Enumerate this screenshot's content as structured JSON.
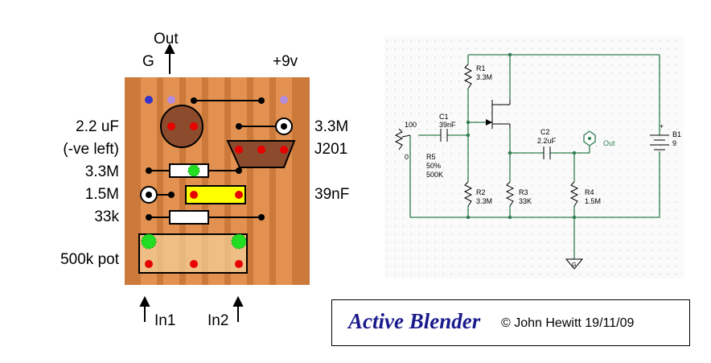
{
  "layout_labels": {
    "out": "Out",
    "g": "G",
    "v9": "+9v",
    "cap_22uf": "2.2 uF",
    "cap_polarity": "(-ve left)",
    "res_33m_left": "3.3M",
    "res_15m": "1.5M",
    "res_33k": "33k",
    "pot_500k": "500k pot",
    "res_33m_right": "3.3M",
    "j201": "J201",
    "cap_39nf": "39nF",
    "in1": "In1",
    "in2": "In2"
  },
  "schematic": {
    "r1_name": "R1",
    "r1_value": "3.3M",
    "r2_name": "R2",
    "r2_value": "3.3M",
    "r3_name": "R3",
    "r3_value": "33K",
    "r4_name": "R4",
    "r4_value": "1.5M",
    "r5_name": "R5",
    "r5_pct": "50%",
    "r5_value": "500K",
    "c1_name": "C1",
    "c1_value": "39nF",
    "c2_name": "C2",
    "c2_value": "2.2uF",
    "b1_name": "B1",
    "b1_value": "9",
    "out_label": "Out",
    "pot_top": "100",
    "pot_bottom": "0",
    "gnd_label": "G",
    "plus_sign": "+"
  },
  "title": {
    "main": "Active Blender",
    "credit": "© John Hewitt 19/11/09"
  },
  "colors": {
    "board": "#cc7a3c",
    "strip": "#e39150",
    "component_brown": "#8c4b2c",
    "pad_red": "#e60000",
    "pad_green": "#22dd22",
    "pad_blue": "#3333cc",
    "pad_violet": "#b48cdc",
    "cap_yellow": "#ffff00",
    "title_blue": "#1a1a8c",
    "schematic_wire": "#2e7d4f"
  }
}
